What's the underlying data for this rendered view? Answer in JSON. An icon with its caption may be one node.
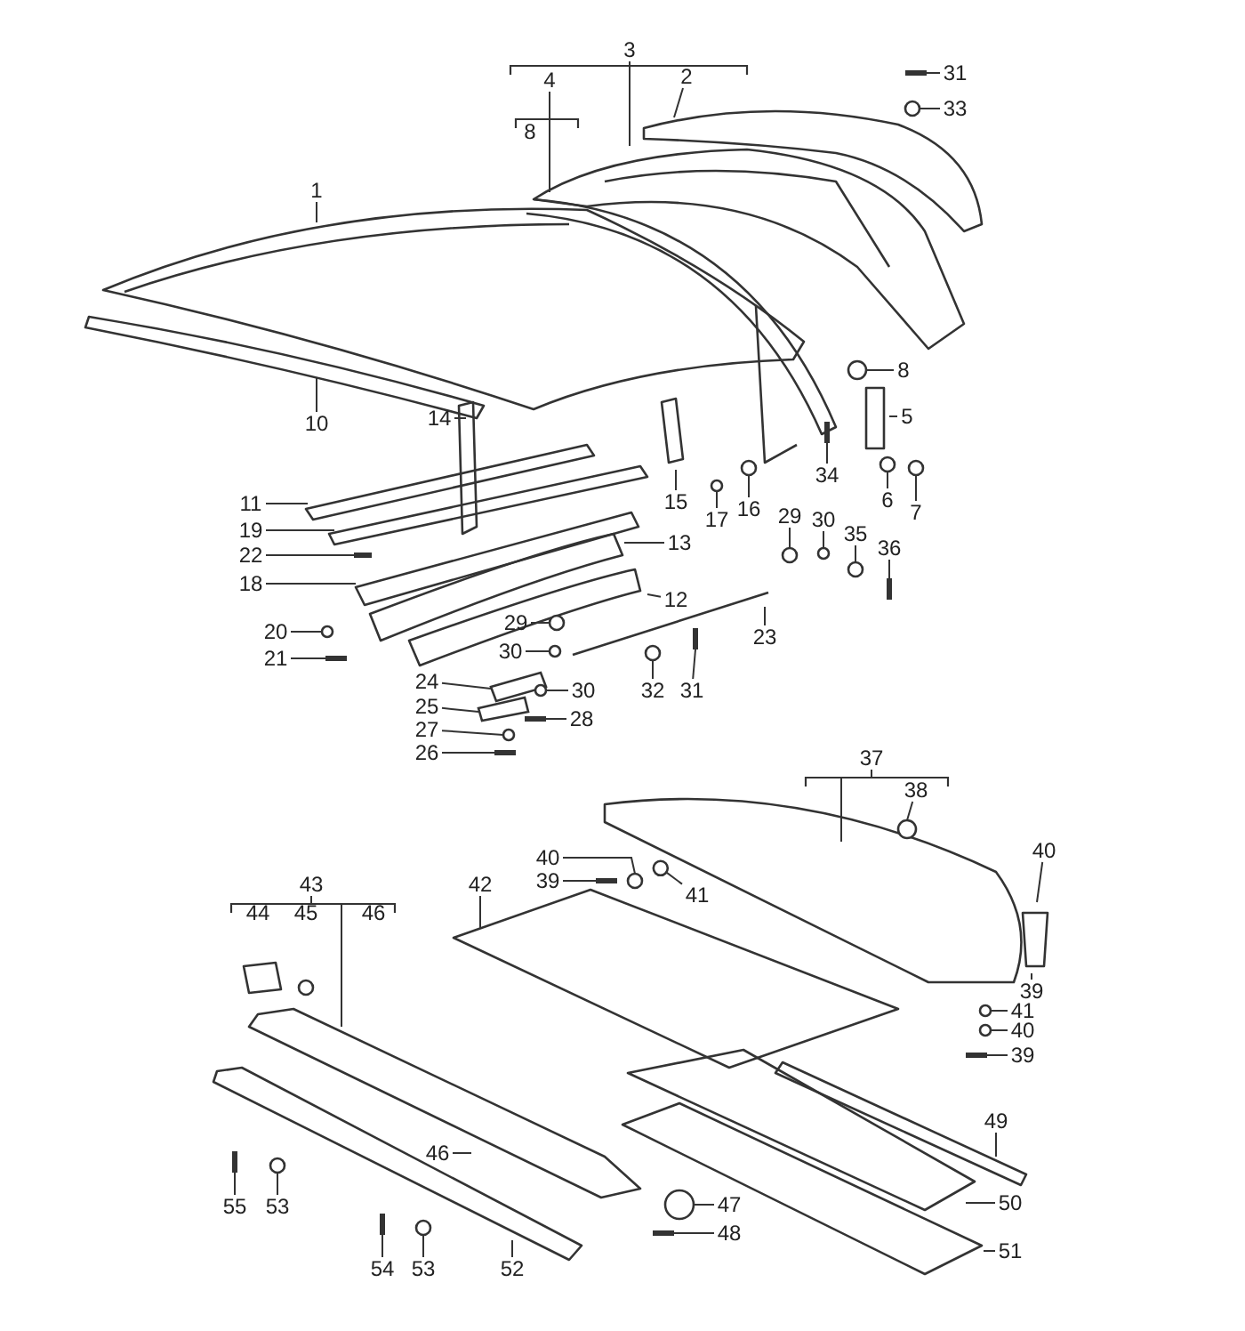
{
  "diagram": {
    "nodes": [
      {
        "text": [
          "3"
        ]
      },
      {
        "text": [
          "2"
        ]
      },
      {
        "text": [
          "4"
        ]
      },
      {
        "text": [
          "31"
        ]
      },
      {
        "text": [
          "33"
        ]
      },
      {
        "text": [
          "1"
        ]
      },
      {
        "text": [
          "8"
        ]
      },
      {
        "text": [
          "5"
        ]
      },
      {
        "text": [
          "10"
        ]
      },
      {
        "text": [
          "14"
        ]
      },
      {
        "text": [
          "34"
        ]
      },
      {
        "text": [
          "16"
        ]
      },
      {
        "text": [
          "6"
        ]
      },
      {
        "text": [
          "11"
        ]
      },
      {
        "text": [
          "7"
        ]
      },
      {
        "text": [
          "17"
        ]
      },
      {
        "text": [
          "29"
        ]
      },
      {
        "text": [
          "15"
        ]
      },
      {
        "text": [
          "30"
        ]
      },
      {
        "text": [
          "19"
        ]
      },
      {
        "text": [
          "35"
        ]
      },
      {
        "text": [
          "13"
        ]
      },
      {
        "text": [
          "36"
        ]
      },
      {
        "text": [
          "22"
        ]
      },
      {
        "text": [
          "12"
        ]
      },
      {
        "text": [
          "18"
        ]
      },
      {
        "text": [
          "29"
        ]
      },
      {
        "text": [
          "20"
        ]
      },
      {
        "text": [
          "23"
        ]
      },
      {
        "text": [
          "30"
        ]
      },
      {
        "text": [
          "21"
        ]
      },
      {
        "text": [
          "24"
        ]
      },
      {
        "text": [
          "30"
        ]
      },
      {
        "text": [
          "32"
        ]
      },
      {
        "text": [
          "31"
        ]
      },
      {
        "text": [
          "25"
        ]
      },
      {
        "text": [
          "28"
        ]
      },
      {
        "text": [
          "27"
        ]
      },
      {
        "text": [
          "26"
        ]
      },
      {
        "text": [
          "37"
        ]
      },
      {
        "text": [
          "38"
        ]
      },
      {
        "text": [
          "40"
        ]
      },
      {
        "text": [
          "40"
        ]
      },
      {
        "text": [
          "39"
        ]
      },
      {
        "text": [
          "43"
        ]
      },
      {
        "text": [
          "42"
        ]
      },
      {
        "text": [
          "41"
        ]
      },
      {
        "text": [
          "39"
        ]
      },
      {
        "text": [
          "41"
        ]
      },
      {
        "text": [
          "40"
        ]
      },
      {
        "text": [
          "39"
        ]
      },
      {
        "text": [
          "49"
        ]
      },
      {
        "text": [
          "46"
        ]
      },
      {
        "text": [
          "50"
        ]
      },
      {
        "text": [
          "47"
        ]
      },
      {
        "text": [
          "55"
        ]
      },
      {
        "text": [
          "53"
        ]
      },
      {
        "text": [
          "48"
        ]
      },
      {
        "text": [
          "51"
        ]
      },
      {
        "text": [
          "54"
        ]
      },
      {
        "text": [
          "53"
        ]
      },
      {
        "text": [
          "52"
        ]
      },
      {
        "text": [],
        "shape": "bar"
      },
      {
        "text": [],
        "shape": "circle"
      },
      {
        "text": [],
        "shape": "circle"
      },
      {
        "text": [],
        "shape": "bar"
      },
      {
        "text": [],
        "shape": "circle"
      },
      {
        "text": [],
        "shape": "circle"
      },
      {
        "text": [],
        "shape": "circle"
      },
      {
        "text": [],
        "shape": "circle"
      },
      {
        "text": [],
        "shape": "circle"
      },
      {
        "text": [],
        "shape": "circle"
      },
      {
        "text": [],
        "shape": "circle"
      },
      {
        "text": [],
        "shape": "bar"
      },
      {
        "text": [],
        "shape": "bar"
      },
      {
        "text": [],
        "shape": "circle"
      },
      {
        "text": [],
        "shape": "circle"
      },
      {
        "text": [],
        "shape": "circle"
      },
      {
        "text": [],
        "shape": "bar"
      },
      {
        "text": [],
        "shape": "box"
      },
      {
        "text": [],
        "shape": "circle"
      },
      {
        "text": [],
        "shape": "circle"
      },
      {
        "text": [],
        "shape": "bar"
      },
      {
        "text": [],
        "shape": "box"
      },
      {
        "text": [],
        "shape": "bar"
      },
      {
        "text": [],
        "shape": "circle"
      },
      {
        "text": [],
        "shape": "bar"
      },
      {
        "text": [],
        "shape": "circle"
      },
      {
        "text": [],
        "shape": "circle"
      },
      {
        "text": [],
        "shape": "bar"
      },
      {
        "text": [],
        "shape": "circle"
      },
      {
        "text": [],
        "shape": "circle"
      },
      {
        "text": [],
        "shape": "circle"
      },
      {
        "text": [],
        "shape": "bar"
      },
      {
        "text": [],
        "shape": "circle"
      },
      {
        "text": [],
        "shape": "bar"
      },
      {
        "text": [],
        "shape": "circle"
      },
      {
        "text": [],
        "shape": "bar"
      },
      {
        "text": [],
        "shape": "bar"
      },
      {
        "text": [],
        "shape": "circle"
      }
    ],
    "edges": [
      {
        "from": 0,
        "to": null,
        "arrow": "none"
      },
      {
        "from": 1,
        "to": null,
        "arrow": "none"
      },
      {
        "from": 2,
        "to": null,
        "arrow": "none"
      },
      {
        "from": 3,
        "to": 62,
        "arrow": "none"
      },
      {
        "from": 4,
        "to": 63,
        "arrow": "none"
      },
      {
        "from": 5,
        "to": null,
        "arrow": "none"
      },
      {
        "from": 6,
        "to": 64,
        "arrow": "none"
      },
      {
        "from": 7,
        "to": null,
        "arrow": "none"
      },
      {
        "from": 8,
        "to": null,
        "arrow": "none"
      },
      {
        "from": 9,
        "to": null,
        "arrow": "none"
      },
      {
        "from": 10,
        "to": 65,
        "arrow": "none"
      },
      {
        "from": 11,
        "to": 66,
        "arrow": "none"
      },
      {
        "from": 12,
        "to": 67,
        "arrow": "none"
      },
      {
        "from": 13,
        "to": null,
        "arrow": "none"
      },
      {
        "from": 14,
        "to": 68,
        "arrow": "none"
      },
      {
        "from": 15,
        "to": 69,
        "arrow": "none"
      },
      {
        "from": 16,
        "to": 70,
        "arrow": "none"
      },
      {
        "from": 17,
        "to": null,
        "arrow": "none"
      },
      {
        "from": 18,
        "to": 71,
        "arrow": "none"
      },
      {
        "from": 19,
        "to": null,
        "arrow": "none"
      },
      {
        "from": 20,
        "to": 72,
        "arrow": "none"
      },
      {
        "from": 21,
        "to": null,
        "arrow": "none"
      },
      {
        "from": 22,
        "to": 73,
        "arrow": "none"
      },
      {
        "from": 23,
        "to": 74,
        "arrow": "none"
      },
      {
        "from": 24,
        "to": null,
        "arrow": "none"
      },
      {
        "from": 25,
        "to": null,
        "arrow": "none"
      },
      {
        "from": 26,
        "to": 75,
        "arrow": "none"
      },
      {
        "from": 27,
        "to": 76,
        "arrow": "none"
      },
      {
        "from": 28,
        "to": null,
        "arrow": "none"
      },
      {
        "from": 29,
        "to": 77,
        "arrow": "none"
      },
      {
        "from": 30,
        "to": 78,
        "arrow": "none"
      },
      {
        "from": 31,
        "to": 79,
        "arrow": "none"
      },
      {
        "from": 32,
        "to": 80,
        "arrow": "none"
      },
      {
        "from": 33,
        "to": 81,
        "arrow": "none"
      },
      {
        "from": 34,
        "to": 82,
        "arrow": "none"
      },
      {
        "from": 35,
        "to": 83,
        "arrow": "none"
      },
      {
        "from": 36,
        "to": 84,
        "arrow": "none"
      },
      {
        "from": 37,
        "to": 85,
        "arrow": "none"
      },
      {
        "from": 38,
        "to": 86,
        "arrow": "none"
      },
      {
        "from": 39,
        "to": null,
        "arrow": "none"
      },
      {
        "from": 40,
        "to": 87,
        "arrow": "none"
      },
      {
        "from": 41,
        "to": null,
        "arrow": "none"
      },
      {
        "from": 42,
        "to": 88,
        "arrow": "none"
      },
      {
        "from": 43,
        "to": 89,
        "arrow": "none"
      },
      {
        "from": 44,
        "to": null,
        "arrow": "none"
      },
      {
        "from": 45,
        "to": null,
        "arrow": "none"
      },
      {
        "from": 46,
        "to": 90,
        "arrow": "none"
      },
      {
        "from": 47,
        "to": null,
        "arrow": "none"
      },
      {
        "from": 48,
        "to": 91,
        "arrow": "none"
      },
      {
        "from": 49,
        "to": 92,
        "arrow": "none"
      },
      {
        "from": 50,
        "to": 93,
        "arrow": "none"
      },
      {
        "from": 51,
        "to": null,
        "arrow": "none"
      },
      {
        "from": 52,
        "to": null,
        "arrow": "none"
      },
      {
        "from": 53,
        "to": null,
        "arrow": "none"
      },
      {
        "from": 54,
        "to": 94,
        "arrow": "none"
      },
      {
        "from": 55,
        "to": 95,
        "arrow": "none"
      },
      {
        "from": 56,
        "to": 96,
        "arrow": "none"
      },
      {
        "from": 57,
        "to": 97,
        "arrow": "none"
      },
      {
        "from": 58,
        "to": null,
        "arrow": "none"
      },
      {
        "from": 59,
        "to": 98,
        "arrow": "none"
      },
      {
        "from": 60,
        "to": 99,
        "arrow": "none"
      },
      {
        "from": 61,
        "to": null,
        "arrow": "none"
      }
    ],
    "labels": [
      "8",
      "44",
      "45",
      "46"
    ]
  }
}
